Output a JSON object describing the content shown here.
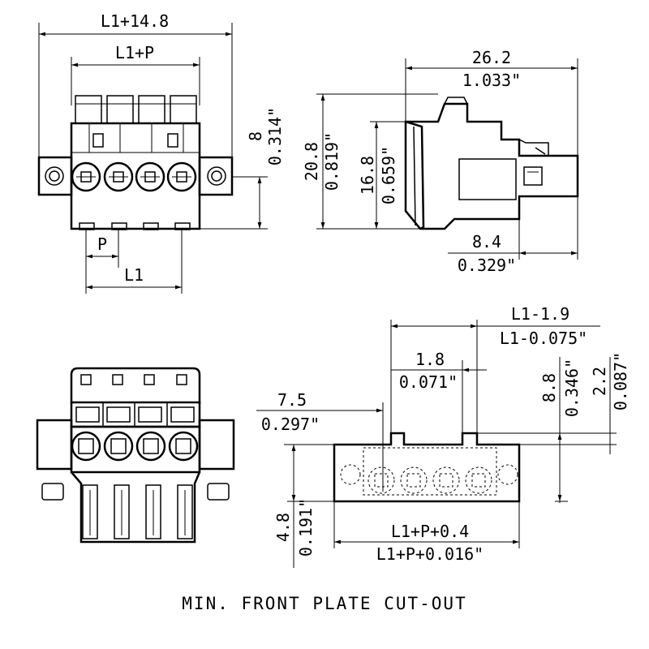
{
  "front_view": {
    "overall_width": "L1+14.8",
    "pitch_span": "L1+P",
    "height_mm": "8",
    "height_in": "0.314\"",
    "pitch": "P",
    "span": "L1"
  },
  "side_view": {
    "depth_mm": "26.2",
    "depth_in": "1.033\"",
    "height_mm": "20.8",
    "height_in": "0.819\"",
    "inner_height_mm": "16.8",
    "inner_height_in": "0.659\"",
    "pin_mm": "8.4",
    "pin_in": "0.329\""
  },
  "cutout": {
    "width_a_mm": "L1-1.9",
    "width_a_in": "L1-0.075\"",
    "offset_mm": "1.8",
    "offset_in": "0.071\"",
    "height_mm": "8.8",
    "height_in": "0.346\"",
    "notch_mm": "2.2",
    "notch_in": "0.087\"",
    "left_mm": "7.5",
    "left_in": "0.297\"",
    "lower_mm": "4.8",
    "lower_in": "0.191\"",
    "plate_mm": "L1+P+0.4",
    "plate_in": "L1+P+0.016\""
  },
  "caption": "MIN. FRONT PLATE CUT-OUT",
  "colors": {
    "line": "#000000",
    "background": "#ffffff"
  }
}
